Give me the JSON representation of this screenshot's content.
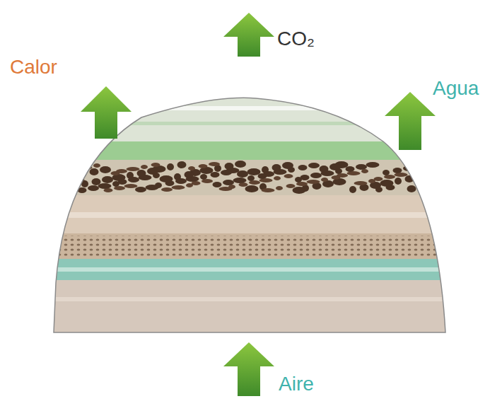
{
  "diagram": {
    "labels": [
      "Calor",
      "CO₂",
      "Agua",
      "Aire"
    ]
  }
}
